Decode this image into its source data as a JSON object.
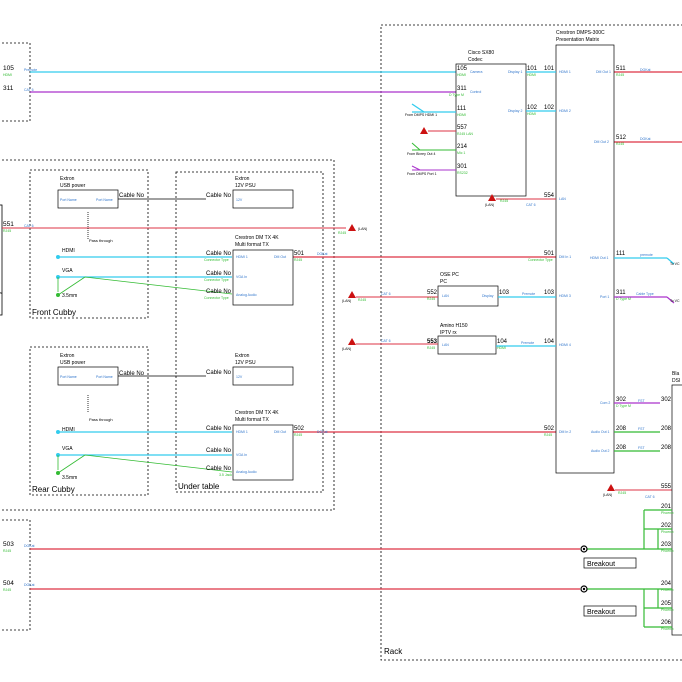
{
  "regions": {
    "front_cubby": "Front Cubby",
    "rear_cubby": "Rear Cubby",
    "under_table": "Under table",
    "rack": "Rack"
  },
  "devices": {
    "extron_usb_front": {
      "line1": "Extron",
      "line2": "USB power",
      "port_left": "Port Name",
      "port_right": "Port Name",
      "cable": "Cable No",
      "through": "Pass through"
    },
    "extron_usb_rear": {
      "line1": "Extron",
      "line2": "USB power",
      "port_left": "Port Name",
      "port_right": "Port Name",
      "cable": "Cable No",
      "through": "Pass through"
    },
    "extron_psu_top": {
      "line1": "Extron",
      "line2": "12V PSU",
      "cable": "Cable No",
      "port": "12V"
    },
    "extron_psu_bottom": {
      "line1": "Extron",
      "line2": "12V PSU",
      "cable": "Cable No",
      "port": "12V"
    },
    "crestron_tx_top": {
      "line1": "Crestron DM TX 4K",
      "line2": "Multi format TX",
      "num": "501",
      "out": "DM Out",
      "rj": "RJ45",
      "hdmi": "HDMI 1",
      "vga": "VGA In",
      "audio": "Analog Audio",
      "cable": "Cable No",
      "ctype": "Connector Type"
    },
    "crestron_tx_bottom": {
      "line1": "Crestron DM TX 4K",
      "line2": "Multi format TX",
      "num": "502",
      "out": "DM Out",
      "rj": "RJ45",
      "hdmi": "HDMI 1",
      "vga": "VGA In",
      "audio": "Analog Audio",
      "cable": "Cable No",
      "ctype": "3.5 Jack"
    },
    "cisco": {
      "line1": "Cisco SX80",
      "line2": "Codec"
    },
    "dmps": {
      "line1": "Crestron DMPS-300C",
      "line2": "Presentation Matrix"
    },
    "ose_pc": {
      "line1": "OSE PC",
      "line2": "PC"
    },
    "amino": {
      "line1": "Amino H150",
      "line2": "IPTV rx"
    },
    "black_partial": {
      "line1": "Bla",
      "line2": "DSI"
    }
  },
  "front_cubby_sources": {
    "hdmi": "HDMI",
    "vga": "VGA",
    "audio": "3.5mm"
  },
  "rear_cubby_sources": {
    "hdmi": "HDMI",
    "vga": "VGA",
    "audio": "3.5mm"
  },
  "left_edge": {
    "n105": "105",
    "n311": "311",
    "n551": "551",
    "n503": "503",
    "n504": "504",
    "premote": "Premote",
    "hdmi": "HDMI",
    "cat6": "CAT 6",
    "rj45": "RJ45",
    "dgkat": "DGKat",
    "s": "s"
  },
  "cisco_ports": {
    "n105": "105",
    "camera": "Camera",
    "n311": "311",
    "control": "Control",
    "dtype": "D Type M",
    "n111": "111",
    "n557": "557",
    "rlan": "RJ45 LAN",
    "n214": "214",
    "mic": "Mic 1",
    "n301": "301",
    "rs232": "RS232",
    "n101": "101",
    "display": "Display 1",
    "n102": "102",
    "display2": "Display 2",
    "hdmi": "HDMI",
    "from1": "From DMPS HDMI 1",
    "from2": "From Bixrey Out 4",
    "from3": "From DMPS Port 1"
  },
  "dmps_ports": {
    "n101": "101",
    "n102": "102",
    "hdmi1": "HDMI 1",
    "hdmi2": "HDMI 2",
    "n554": "554",
    "lan": "LAN",
    "n501": "501",
    "dmin1": "DM In 1",
    "n103": "103",
    "hdmi3": "HDMI 3",
    "n104": "104",
    "hdmi4": "HDMI 4",
    "n502": "502",
    "dmin2": "DM In 2",
    "n511": "511",
    "dmout1": "DM Out 1",
    "n512": "512",
    "dmout2": "DM Out 2",
    "n111": "111",
    "hdmiout": "HDMI Out 1",
    "n311": "311",
    "port1": "Port 1",
    "n302": "302",
    "com2": "Com 2",
    "n208": "208",
    "aout1": "Audio Out 1",
    "aout2": "Audio Out 2",
    "dgkat": "DGKat",
    "premote": "premote",
    "cable_type": "Cable Type",
    "to_v1": "To VC",
    "to_v2": "To VC",
    "fst": "FST",
    "dtype": "D Type M",
    "rj45": "RJ45",
    "ctype": "Connector Type"
  },
  "ose_ports": {
    "n552": "552",
    "lan": "LAN",
    "n103": "103",
    "display": "Display",
    "premote": "Premote",
    "cat6": "CAT 6",
    "rj45": "RJ45"
  },
  "amino_ports": {
    "n553": "553",
    "lan": "LAN",
    "n104": "104",
    "hdmi": "HDMI",
    "premote": "Premote",
    "cat6": "CAT 6",
    "rj45": "RJ45"
  },
  "lan_labels": {
    "lan": "(LAN)",
    "rj45": "RJ45",
    "cat6": "CAT 6"
  },
  "right_edge": {
    "n201": "201",
    "n202": "202",
    "n203": "203",
    "n204": "204",
    "n205": "205",
    "n206": "206",
    "n208": "208",
    "n302": "302",
    "n555": "555",
    "phoenix": "Phoenix"
  },
  "breakout": {
    "label1": "Breakout",
    "label2": "Breakout"
  },
  "colors": {
    "hdmi": "#33ccee",
    "dm": "#dd3344",
    "control": "#aa33cc",
    "audio": "#33bb33",
    "lan_marker": "#cc1111",
    "line": "#000000"
  }
}
